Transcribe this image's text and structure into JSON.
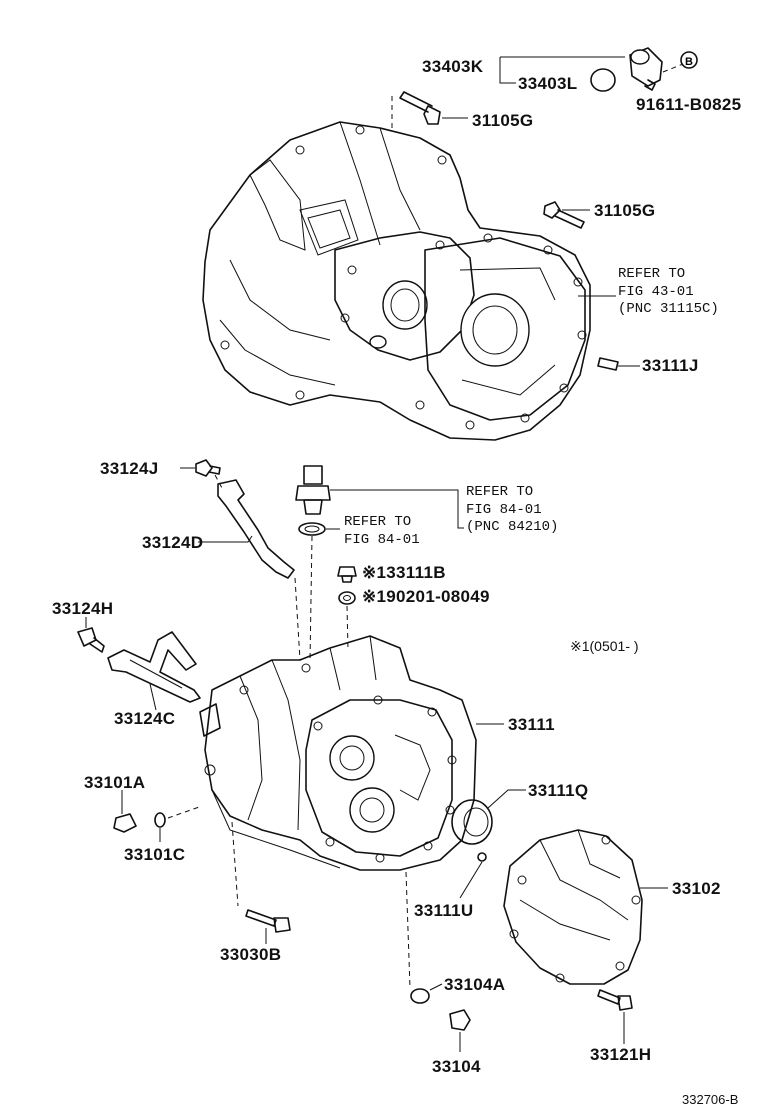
{
  "labels": {
    "p33403K": "33403K",
    "p33403L": "33403L",
    "p91611": "91611-B0825",
    "p31105G_a": "31105G",
    "p31105G_b": "31105G",
    "p33111J": "33111J",
    "p33124J": "33124J",
    "p33124D": "33124D",
    "p33124H": "33124H",
    "p33124C": "33124C",
    "p33101A": "33101A",
    "p33101C": "33101C",
    "p33030B": "33030B",
    "p33104A": "33104A",
    "p33104": "33104",
    "p33111": "33111",
    "p33111Q": "33111Q",
    "p33111U": "33111U",
    "p33102": "33102",
    "p33121H": "33121H",
    "p133111B": "※133111B",
    "p190201": "※190201-08049"
  },
  "references": {
    "ref1_line1": "REFER TO",
    "ref1_line2": "FIG 43-01",
    "ref1_line3": "(PNC 31115C)",
    "ref2_line1": "REFER TO",
    "ref2_line2": "FIG 84-01",
    "ref2_line3": "(PNC 84210)",
    "ref3_line1": "REFER TO",
    "ref3_line2": "FIG 84-01"
  },
  "note": "※1(0501-      )",
  "b_marker": "B",
  "figure_id": "332706-B"
}
